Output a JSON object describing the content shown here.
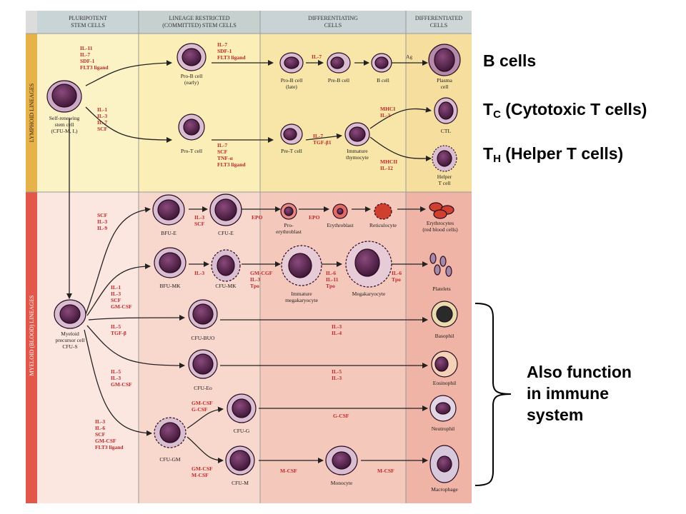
{
  "columns": {
    "pluripotent": [
      "PLURIPOTENT",
      "STEM CELLS"
    ],
    "lineage": [
      "LINEAGE RESTRICTED",
      "(COMMITTED) STEM CELLS"
    ],
    "differentiating": [
      "DIFFERENTIATING",
      "CELLS"
    ],
    "differentiated": [
      "DIFFERENTIATED",
      "CELLS"
    ]
  },
  "lineages": {
    "lymphoid": "LYMPHOID LINEAGES",
    "myeloid": "MYELOID (BLOOD) LINEAGES"
  },
  "cells": {
    "stem": [
      "Self-renewing",
      "stem cell",
      "(CFU-M, L)"
    ],
    "pro_b_early": [
      "Pro-B cell",
      "(early)"
    ],
    "pro_t": "Pro-T cell",
    "pro_b_late": [
      "Pro-B cell",
      "(late)"
    ],
    "pre_b": "Pre-B cell",
    "b_cell": "B cell",
    "plasma": [
      "Plasma",
      "cell"
    ],
    "pre_t": "Pre-T cell",
    "thymocyte": [
      "Immature",
      "thymocyte"
    ],
    "ctl": "CTL",
    "helper": [
      "Helper",
      "T cell"
    ],
    "myeloid": [
      "Myeloid",
      "precursor cell",
      "CFU-S"
    ],
    "bfu_e": "BFU-E",
    "cfu_e": "CFU-E",
    "proerythroblast": [
      "Pro-",
      "erythroblast"
    ],
    "erythroblast": "Erythroblast",
    "reticulocyte": "Reticulocyte",
    "erythrocytes": [
      "Erythrocytes",
      "(red blood cells)"
    ],
    "bfu_mk": "BFU-MK",
    "cfu_mk": "CFU-MK",
    "imm_mega": [
      "Immature",
      "megakaryocyte"
    ],
    "megakaryocyte": "Megakaryocyte",
    "platelets": "Platelets",
    "cfu_buo": "CFU-BUO",
    "basophil": "Basophil",
    "cfu_eo": "CFU-Eo",
    "eosinophil": "Eosinophil",
    "cfu_gm": "CFU-GM",
    "cfu_g": "CFU-G",
    "neutrophil": "Neutrophil",
    "cfu_m": "CFU-M",
    "monocyte": "Monocyte",
    "macrophage": "Macrophage"
  },
  "factors": {
    "stem_lymph": [
      "IL-11",
      "IL-7",
      "SDF-1",
      "FLT3 ligand"
    ],
    "to_pro_t": [
      "IL-1",
      "IL-3",
      "IL-7",
      "SCF"
    ],
    "pro_b": [
      "IL-7",
      "SDF-1",
      "FLT3 ligand"
    ],
    "pro_t": [
      "IL-7",
      "SCF",
      "TNF-α",
      "FLT3 ligand"
    ],
    "b_il7": "IL-7",
    "plasma_ag": "Ag",
    "pre_t": [
      "IL-7",
      "TGF-β1"
    ],
    "ctl": [
      "MHCI",
      "IL-2"
    ],
    "helper": [
      "MHCII",
      "IL-12"
    ],
    "to_bfu_e": [
      "SCF",
      "IL-3",
      "IL-9"
    ],
    "cfu_e": [
      "IL-3",
      "SCF"
    ],
    "epo1": "EPO",
    "epo2": "EPO",
    "to_mk": [
      "IL-1",
      "IL-3",
      "SCF",
      "GM-CSF"
    ],
    "cfu_mk": "IL-3",
    "mega1": [
      "GM-CGF",
      "IL-3",
      "Tpo"
    ],
    "mega2": [
      "IL-6",
      "IL-11",
      "Tpo"
    ],
    "platelet": [
      "IL-6",
      "Tpo"
    ],
    "buo": [
      "IL-5",
      "TGF-β"
    ],
    "basophil": [
      "IL-3",
      "IL-4"
    ],
    "eo": [
      "IL-5",
      "IL-3",
      "GM-CSF"
    ],
    "eosinophil": [
      "IL-5",
      "IL-3"
    ],
    "gm": [
      "IL-3",
      "IL-6",
      "SCF",
      "GM-CSF",
      "FLT3 ligand"
    ],
    "g": [
      "GM-CSF",
      "G-CSF"
    ],
    "neutrophil": "G-CSF",
    "m": [
      "GM-CSF",
      "M-CSF"
    ],
    "monocyte": "M-CSF",
    "macrophage": "M-CSF"
  },
  "side_labels": {
    "b_cells": "B cells",
    "tc_main": "T",
    "tc_sub": "C",
    "tc_text": " (Cytotoxic T cells)",
    "th_main": "T",
    "th_sub": "H",
    "th_text": " (Helper T cells)",
    "immune": [
      "Also function",
      "in immune",
      "system"
    ]
  },
  "colors": {
    "factor_red": "#c0282a",
    "lymphoid_bg": "#faedb4",
    "myeloid_bg": "#f6d3ca",
    "cell_purple": "#5e2c54"
  }
}
